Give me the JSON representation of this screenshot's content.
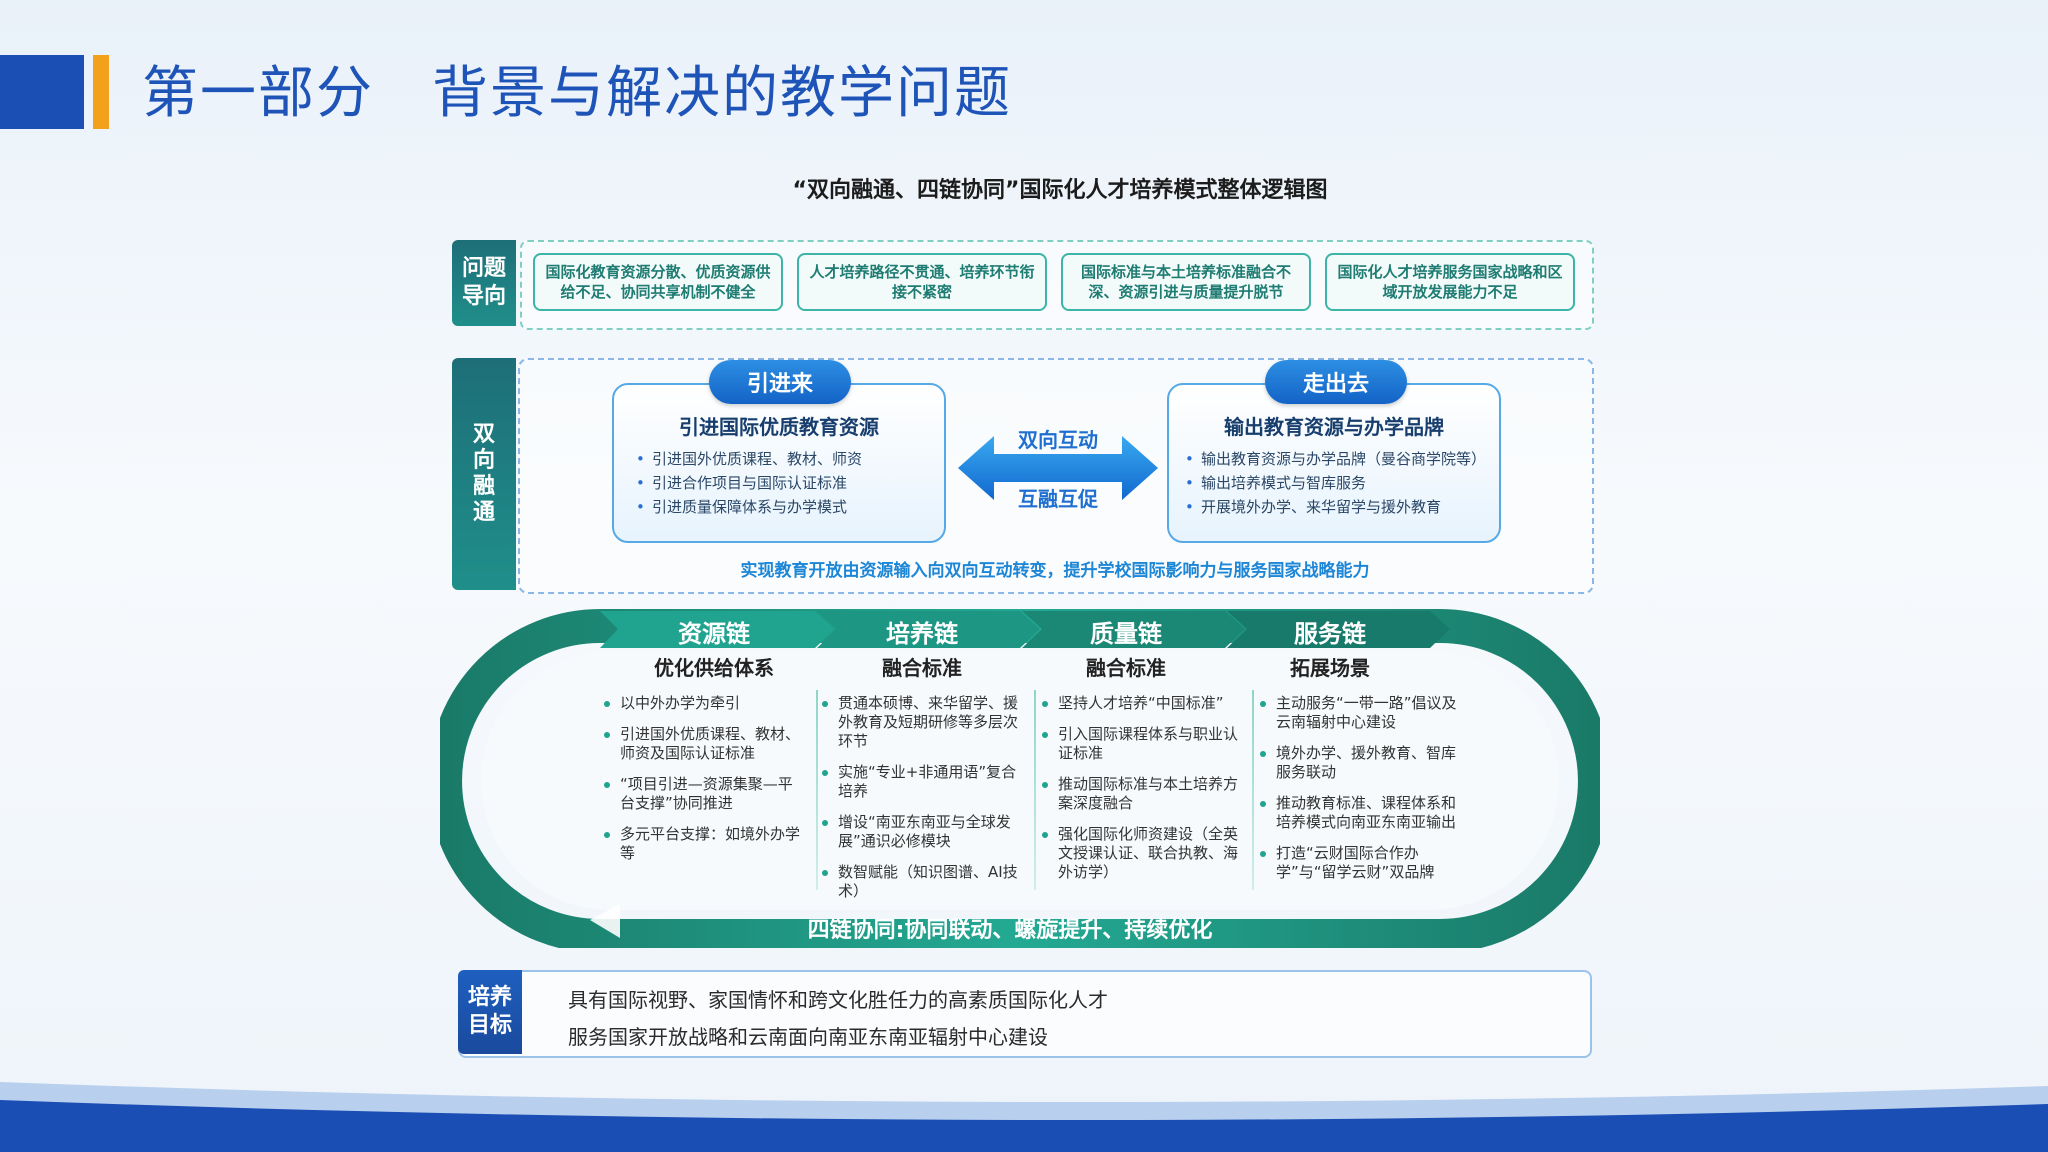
{
  "header": {
    "title": "第一部分　背景与解决的教学问题",
    "subtitle": "“双向融通、四链协同”国际化人才培养模式整体逻辑图"
  },
  "problem_section": {
    "tag": "问题导向",
    "items": [
      "国际化教育资源分散、优质资源供给不足、协同共享机制不健全",
      "人才培养路径不贯通、培养环节衔接不紧密",
      "国际标准与本土培养标准融合不深、资源引进与质量提升脱节",
      "国际化人才培养服务国家战略和区域开放发展能力不足"
    ]
  },
  "twoway_section": {
    "tag": "双向融通",
    "left": {
      "pill": "引进来",
      "title": "引进国际优质教育资源",
      "bullets": [
        "引进国外优质课程、教材、师资",
        "引进合作项目与国际认证标准",
        "引进质量保障体系与办学模式"
      ]
    },
    "right": {
      "pill": "走出去",
      "title": "输出教育资源与办学品牌",
      "bullets": [
        "输出教育资源与办学品牌（曼谷商学院等）",
        "输出培养模式与智库服务",
        "开展境外办学、来华留学与援外教育"
      ]
    },
    "arrow_top": "双向互动",
    "arrow_bottom": "互融互促",
    "summary": "实现教育开放由资源输入向双向互动转变，提升学校国际影响力与服务国家战略能力"
  },
  "chains_section": {
    "chains": [
      {
        "name": "资源链",
        "title": "优化供给体系",
        "items": [
          "以中外办学为牵引",
          "引进国外优质课程、教材、师资及国际认证标准",
          "“项目引进—资源集聚—平台支撑”协同推进",
          "多元平台支撑：如境外办学等"
        ]
      },
      {
        "name": "培养链",
        "title": "融合标准",
        "items": [
          "贯通本硕博、来华留学、援外教育及短期研修等多层次环节",
          "实施“专业+非通用语”复合培养",
          "增设“南亚东南亚与全球发展”通识必修模块",
          "数智赋能（知识图谱、AI技术）"
        ]
      },
      {
        "name": "质量链",
        "title": "融合标准",
        "items": [
          "坚持人才培养“中国标准”",
          "引入国际课程体系与职业认证标准",
          "推动国际标准与本土培养方案深度融合",
          "强化国际化师资建设（全英文授课认证、联合执教、海外访学）"
        ]
      },
      {
        "name": "服务链",
        "title": "拓展场景",
        "items": [
          "主动服务“一带一路”倡议及云南辐射中心建设",
          "境外办学、援外教育、智库服务联动",
          "推动教育标准、课程体系和培养模式向南亚东南亚输出",
          "打造“云财国际合作办学”与“留学云财”双品牌"
        ]
      }
    ],
    "loop_label": "四链协同:协同联动、螺旋提升、持续优化"
  },
  "goal_section": {
    "tag": "培养目标",
    "lines": [
      "具有国际视野、家国情怀和跨文化胜任力的高素质国际化人才",
      "服务国家开放战略和云南面向南亚东南亚辐射中心建设"
    ]
  },
  "colors": {
    "brand_blue": "#1b4fb3",
    "accent_orange": "#f3a01b",
    "teal": "#1f8f8a",
    "chain_dark": "#17665a"
  }
}
